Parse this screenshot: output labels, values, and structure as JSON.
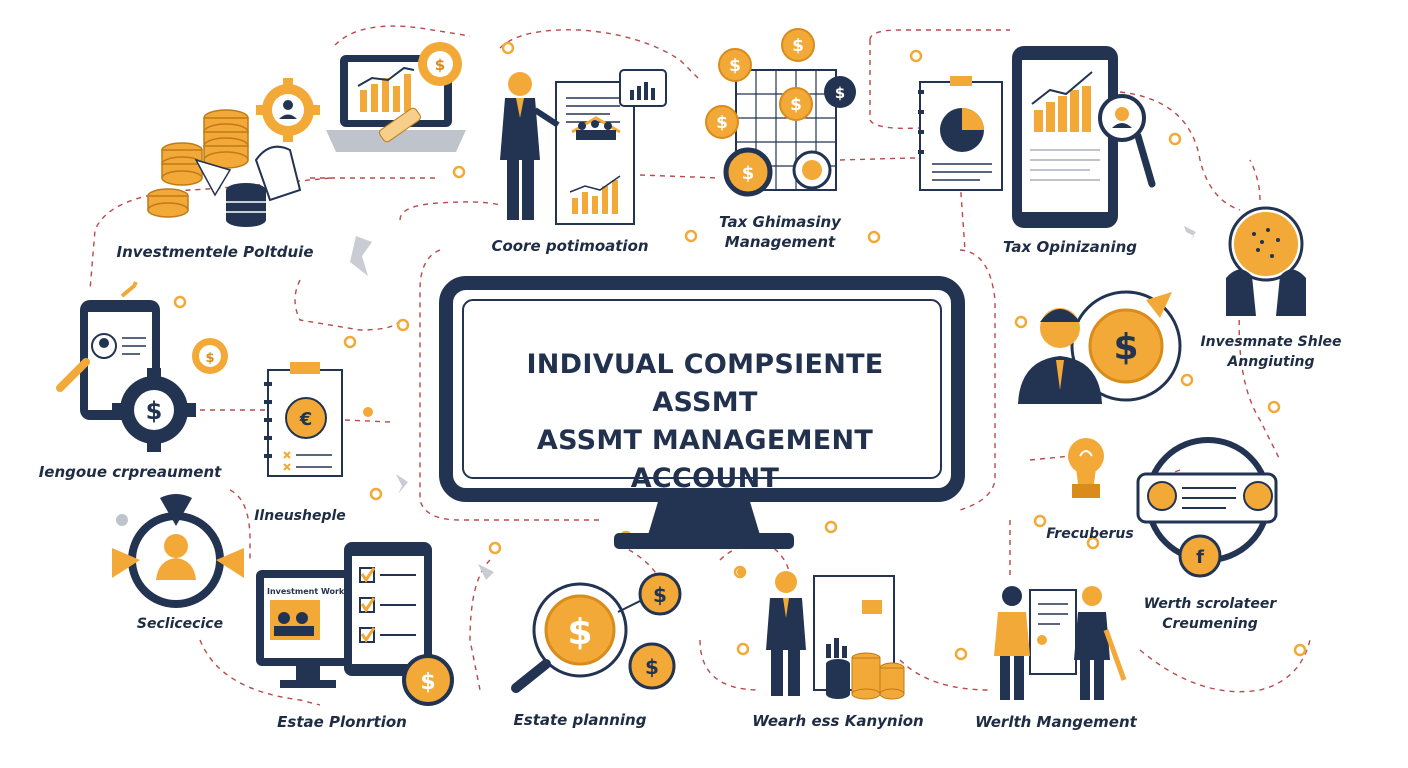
{
  "center": {
    "line1": "INDIVUAL COMPSIENTE ASSMT",
    "line2": "ASSMT MANAGEMENT ACCOUNT"
  },
  "nodes": [
    {
      "key": "investment-portfolio",
      "label": "Investmentele Poltduie",
      "icon": "coins-stack-icon"
    },
    {
      "key": "code-optimization",
      "label": "Coore potimoation",
      "icon": "presenter-icon"
    },
    {
      "key": "tax-management",
      "label": "Tax Ghimasiny\nManagement",
      "icon": "coin-grid-icon"
    },
    {
      "key": "tax-optimizing",
      "label": "Tax Opinizaning",
      "icon": "tablet-chart-icon"
    },
    {
      "key": "investment-analyzing",
      "label": "Invesmnate Shlee\nAnngiuting",
      "icon": "hands-globe-icon"
    },
    {
      "key": "income-management",
      "label": "Iengoue crpreaument",
      "icon": "gear-dollar-icon"
    },
    {
      "key": "inheritance",
      "label": "Ilneusheple",
      "icon": "euro-notebook-icon"
    },
    {
      "key": "fraud-checks",
      "label": "Frecuberus",
      "icon": "lightbulb-icon"
    },
    {
      "key": "wealth-screening",
      "label": "Werth scrolateer\nCreumening",
      "icon": "profile-badges-icon"
    },
    {
      "key": "service",
      "label": "Seclicecice",
      "icon": "person-cycle-icon"
    },
    {
      "key": "estate-planning-left",
      "label": "Estae Plonrtion",
      "icon": "devices-icon"
    },
    {
      "key": "estate-planning",
      "label": "Estate planning",
      "icon": "dollar-magnifier-icon"
    },
    {
      "key": "wealth-keeping",
      "label": "Wearh ess Kanynion",
      "icon": "advisor-coins-icon"
    },
    {
      "key": "wealth-management",
      "label": "Werlth Mangement",
      "icon": "couple-document-icon"
    }
  ],
  "mini_texts": {
    "ad_title": "Investment Works"
  },
  "colors": {
    "navy": "#223452",
    "gold": "#f2a937",
    "gold_dark": "#d98b1c",
    "connector": "#b94a4a"
  }
}
